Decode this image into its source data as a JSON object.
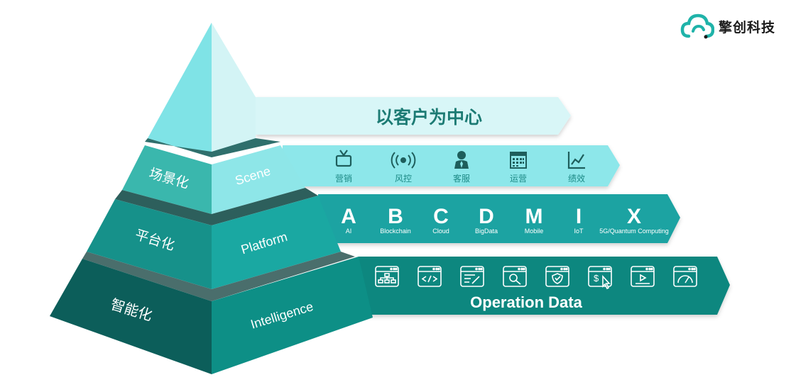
{
  "brand": {
    "name": "擎创科技",
    "color": "#1fb3a9"
  },
  "colors": {
    "top_light": "#7fe3e6",
    "top_lighter": "#d3f4f5",
    "scene": "#3ab7ad",
    "scene_face": "#8ee6e8",
    "platform": "#16918a",
    "platform_face": "#1aa8a2",
    "intel": "#0c5e5a",
    "intel_face": "#0d8f86",
    "band_top": "#d8f6f7",
    "band_scene": "#8de7ea",
    "band_platform": "#1ea3a2",
    "band_intel": "#0d877f"
  },
  "pyramid": {
    "layers": [
      {
        "cn": "场景化",
        "en": "Scene"
      },
      {
        "cn": "平台化",
        "en": "Platform"
      },
      {
        "cn": "智能化",
        "en": "Intelligence"
      }
    ]
  },
  "top_band": {
    "label": "以客户为中心"
  },
  "scene_items": [
    {
      "label": "营销",
      "icon": "tv-icon"
    },
    {
      "label": "风控",
      "icon": "broadcast-icon"
    },
    {
      "label": "客服",
      "icon": "agent-icon"
    },
    {
      "label": "运营",
      "icon": "calendar-icon"
    },
    {
      "label": "绩效",
      "icon": "chart-icon"
    }
  ],
  "platform_items": [
    {
      "letter": "A",
      "label": "AI"
    },
    {
      "letter": "B",
      "label": "Blockchain"
    },
    {
      "letter": "C",
      "label": "Cloud"
    },
    {
      "letter": "D",
      "label": "BigData"
    },
    {
      "letter": "M",
      "label": "Mobile"
    },
    {
      "letter": "I",
      "label": "IoT"
    },
    {
      "letter": "X",
      "label": "5G/Quantum Computing"
    }
  ],
  "intel_icons": [
    "sitemap-window-icon",
    "code-window-icon",
    "edit-window-icon",
    "settings-window-icon",
    "shield-window-icon",
    "dollar-cursor-window-icon",
    "play-window-icon",
    "gauge-window-icon"
  ],
  "intel_band": {
    "label": "Operation Data"
  }
}
